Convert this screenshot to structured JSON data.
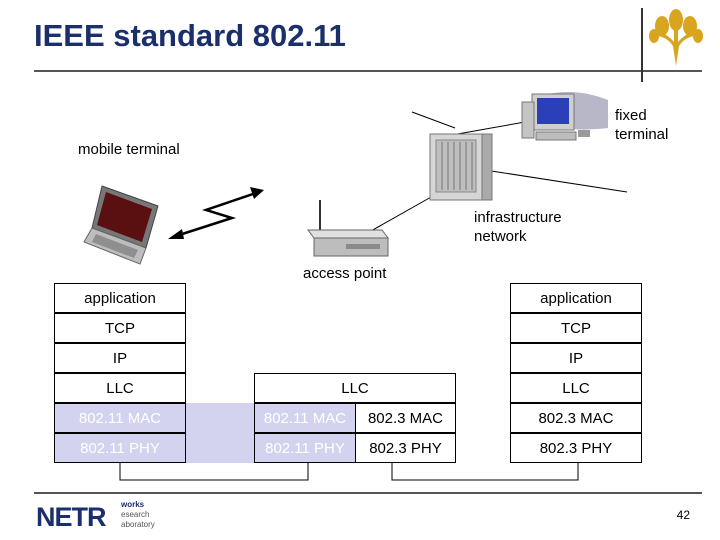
{
  "title": "IEEE standard 802.11",
  "labels": {
    "fixed_terminal_line1": "fixed",
    "fixed_terminal_line2": "terminal",
    "mobile_terminal": "mobile terminal",
    "infrastructure_line1": "infrastructure",
    "infrastructure_line2": "network",
    "access_point": "access point"
  },
  "mobile_stack": {
    "application": "application",
    "tcp": "TCP",
    "ip": "IP",
    "llc": "LLC",
    "mac": "802.11 MAC",
    "phy": "802.11 PHY"
  },
  "ap_stack": {
    "llc": "LLC",
    "mac_wireless": "802.11 MAC",
    "phy_wireless": "802.11 PHY",
    "mac_wired": "802.3 MAC",
    "phy_wired": "802.3 PHY"
  },
  "fixed_stack": {
    "application": "application",
    "tcp": "TCP",
    "ip": "IP",
    "llc": "LLC",
    "mac": "802.3 MAC",
    "phy": "802.3 PHY"
  },
  "logo": {
    "letters": "NETR",
    "line1": "works",
    "line2": "esearch",
    "line3": "aboratory"
  },
  "slide_number": "42",
  "colors": {
    "title": "#1a2f6b",
    "shaded_cell": "#d3d3f0"
  }
}
